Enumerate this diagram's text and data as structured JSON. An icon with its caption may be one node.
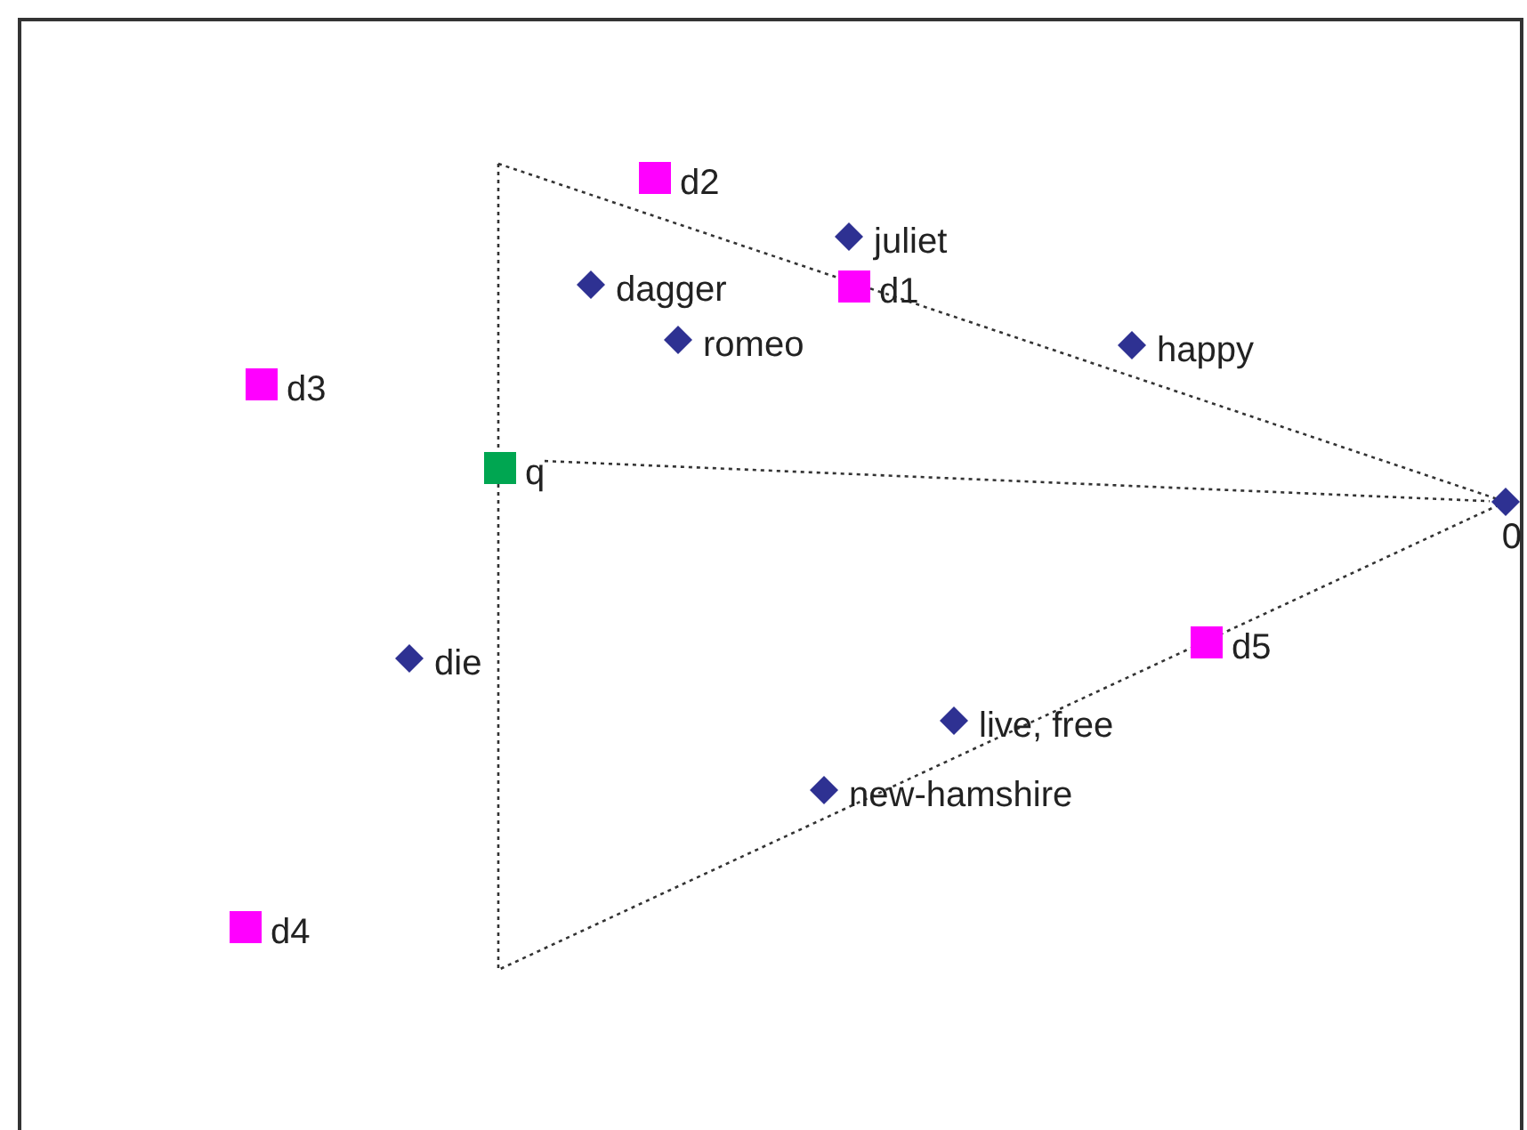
{
  "diagram": {
    "nodes": [
      {
        "text": [
          "d2"
        ]
      },
      {
        "text": [
          "juliet"
        ]
      },
      {
        "text": [
          "dagger"
        ]
      },
      {
        "text": [
          "d1"
        ]
      },
      {
        "text": [
          "romeo"
        ]
      },
      {
        "text": [
          "happy"
        ]
      },
      {
        "text": [
          "d3"
        ]
      },
      {
        "text": [
          "q"
        ]
      },
      {
        "text": [
          "0"
        ]
      },
      {
        "text": [
          "die"
        ]
      },
      {
        "text": [
          "d5"
        ]
      },
      {
        "text": [
          "live, free"
        ]
      },
      {
        "text": [
          "new-hamshire"
        ]
      },
      {
        "text": [
          "d4"
        ]
      }
    ],
    "edges": [
      {
        "from": 7,
        "to": 8,
        "arrow": "none",
        "style": "dashed"
      }
    ]
  }
}
